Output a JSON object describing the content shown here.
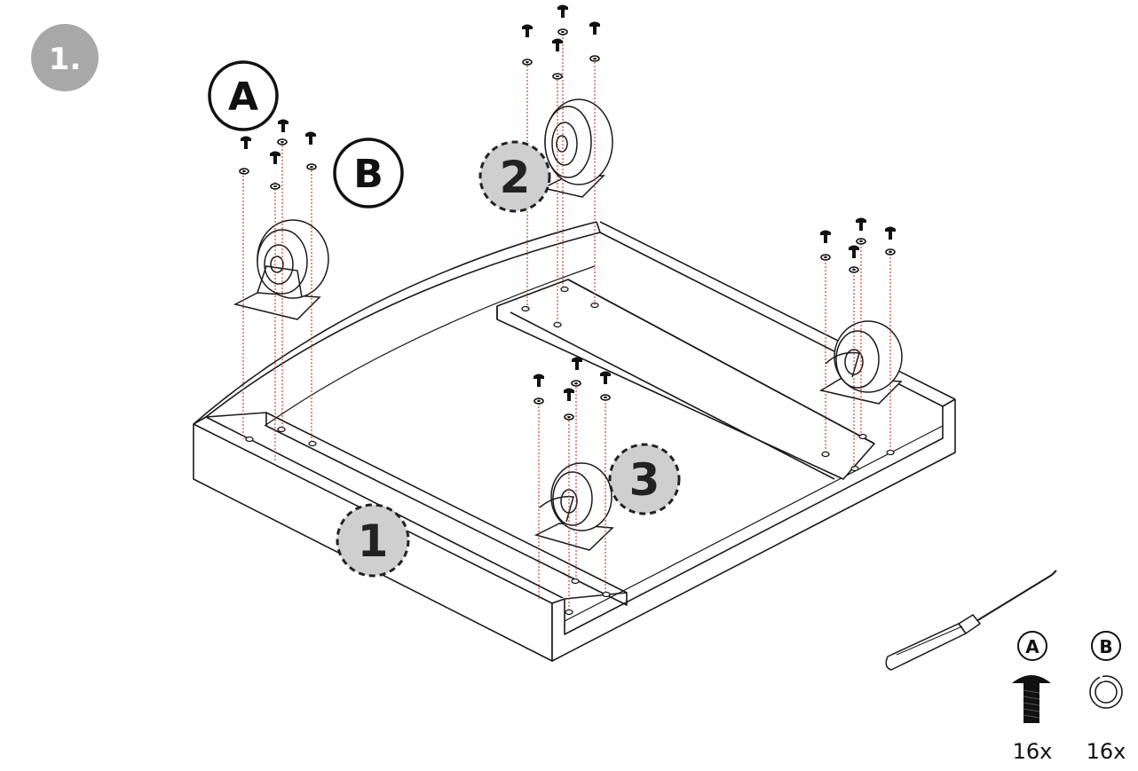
{
  "step": {
    "number": "1."
  },
  "callouts": {
    "screw_label": "A",
    "washer_label": "B",
    "part_1": "1",
    "part_2": "2",
    "part_3": "3"
  },
  "hardware": {
    "screw": {
      "label": "A",
      "quantity": "16x",
      "icon": "screw-icon"
    },
    "washer": {
      "label": "B",
      "quantity": "16x",
      "icon": "washer-icon"
    }
  },
  "tools": {
    "screwdriver": {
      "icon": "screwdriver-icon"
    }
  },
  "colors": {
    "step_badge": "#a8a8a8",
    "part_badge": "#cfcfcf",
    "guide_line": "#c0392b",
    "line_art": "#1a1a1a"
  }
}
